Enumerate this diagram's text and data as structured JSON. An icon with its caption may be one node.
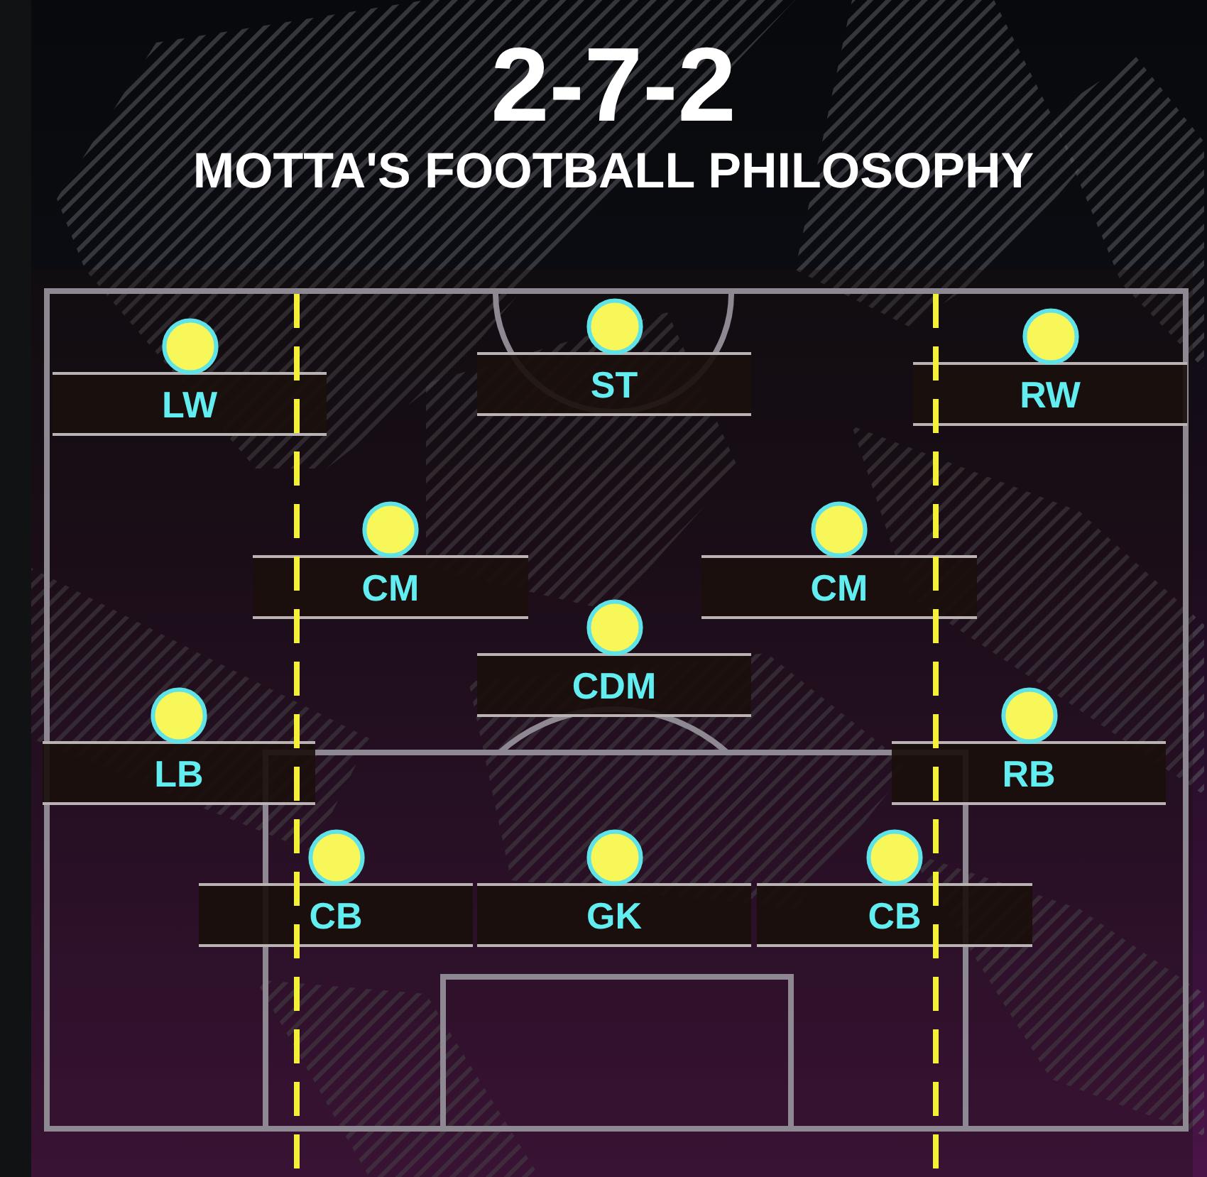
{
  "diagram": {
    "title": "2-7-2",
    "nodes": [
      {
        "text": [
          "LW"
        ]
      },
      {
        "text": [
          "ST"
        ]
      },
      {
        "text": [
          "RW"
        ]
      },
      {
        "text": [
          "CM"
        ]
      },
      {
        "text": [
          "CM"
        ]
      },
      {
        "text": [
          "CDM"
        ]
      },
      {
        "text": [
          "LB"
        ]
      },
      {
        "text": [
          "RB"
        ]
      },
      {
        "text": [
          "CB"
        ]
      },
      {
        "text": [
          "GK"
        ]
      },
      {
        "text": [
          "CB"
        ]
      }
    ],
    "labels": [
      "MOTTA'S FOOTBALL PHILOSOPHY"
    ]
  }
}
